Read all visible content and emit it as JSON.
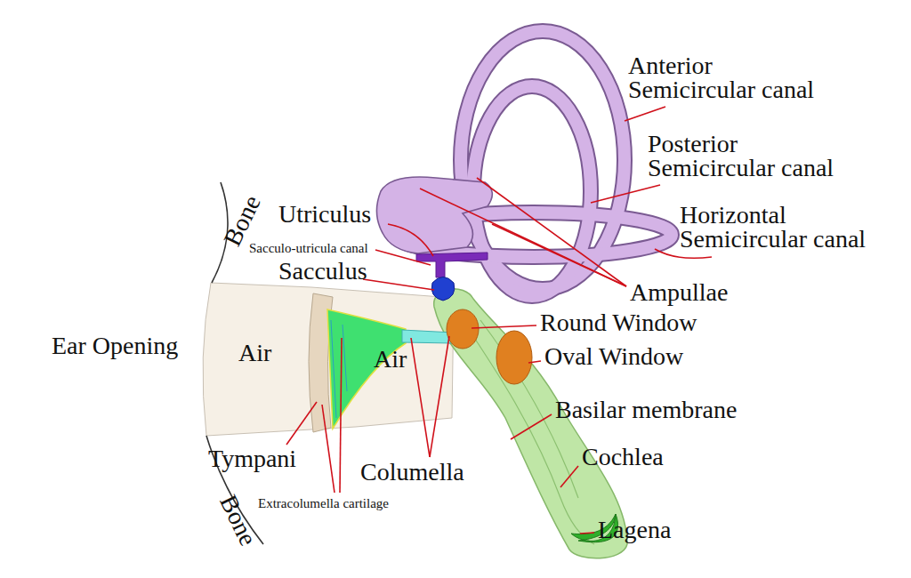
{
  "diagram": {
    "labels": [
      "Anterior Semicircular canal",
      "Posterior Semicircular canal",
      "Horizontal Semicircular canal",
      "Utriculus",
      "Sacculo-utricula canal",
      "Sacculus",
      "Ampullae",
      "Round Window",
      "Oval Window",
      "Basilar membrane",
      "Cochlea",
      "Lagena",
      "Ear Opening",
      "Air",
      "Air",
      "Tympani",
      "Columella",
      "Extracolumella cartilage",
      "Bone",
      "Bone"
    ]
  }
}
